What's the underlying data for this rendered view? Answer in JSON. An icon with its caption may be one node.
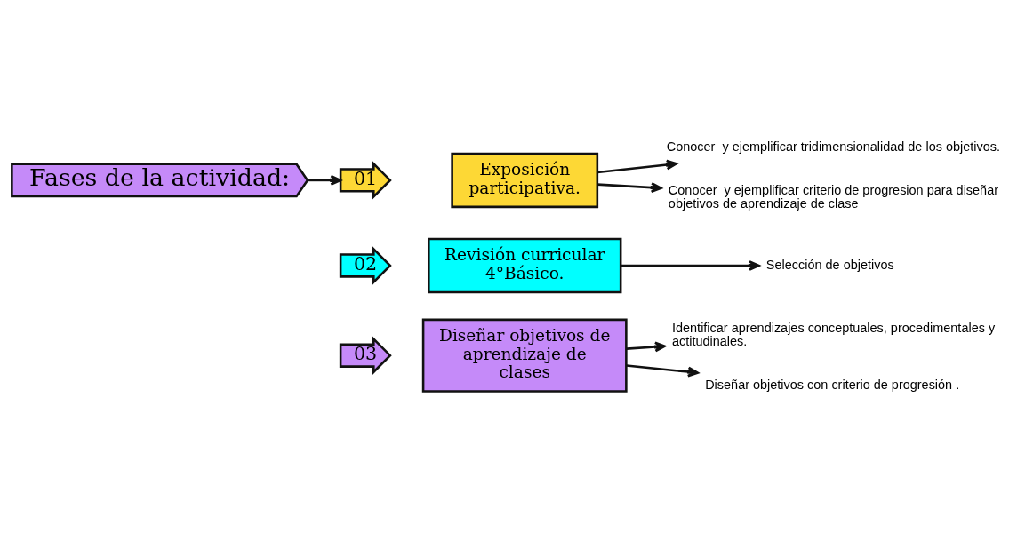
{
  "diagram": {
    "nodes": [
      {
        "text": [
          "Fases de la actividad:"
        ]
      },
      {
        "text": [
          "01"
        ]
      },
      {
        "text": [
          "Exposición participativa."
        ]
      },
      {
        "text": [
          "Conocer  y ejemplificar tridimensionalidad de los objetivos."
        ]
      },
      {
        "text": [
          "Conocer  y ejemplificar criterio de progresion para diseñar objetivos de aprendizaje de clase"
        ]
      },
      {
        "text": [
          "02"
        ]
      },
      {
        "text": [
          "Revisión curricular 4°Básico."
        ]
      },
      {
        "text": [
          "Selección de objetivos"
        ]
      },
      {
        "text": [
          "03"
        ]
      },
      {
        "text": [
          "Diseñar objetivos de aprendizaje de clases"
        ]
      },
      {
        "text": [
          "Identificar aprendizajes conceptuales, procedimentales y actitudinales."
        ]
      },
      {
        "text": [
          "Diseñar objetivos con criterio de progresión ."
        ]
      }
    ],
    "edges": [
      {
        "from": 0,
        "to": 1,
        "arrow": "to"
      },
      {
        "from": 2,
        "to": 3,
        "arrow": "to"
      },
      {
        "from": 2,
        "to": 4,
        "arrow": "to"
      },
      {
        "from": 6,
        "to": 7,
        "arrow": "to"
      },
      {
        "from": 9,
        "to": 10,
        "arrow": "to"
      },
      {
        "from": 9,
        "to": 11,
        "arrow": "to"
      }
    ]
  }
}
